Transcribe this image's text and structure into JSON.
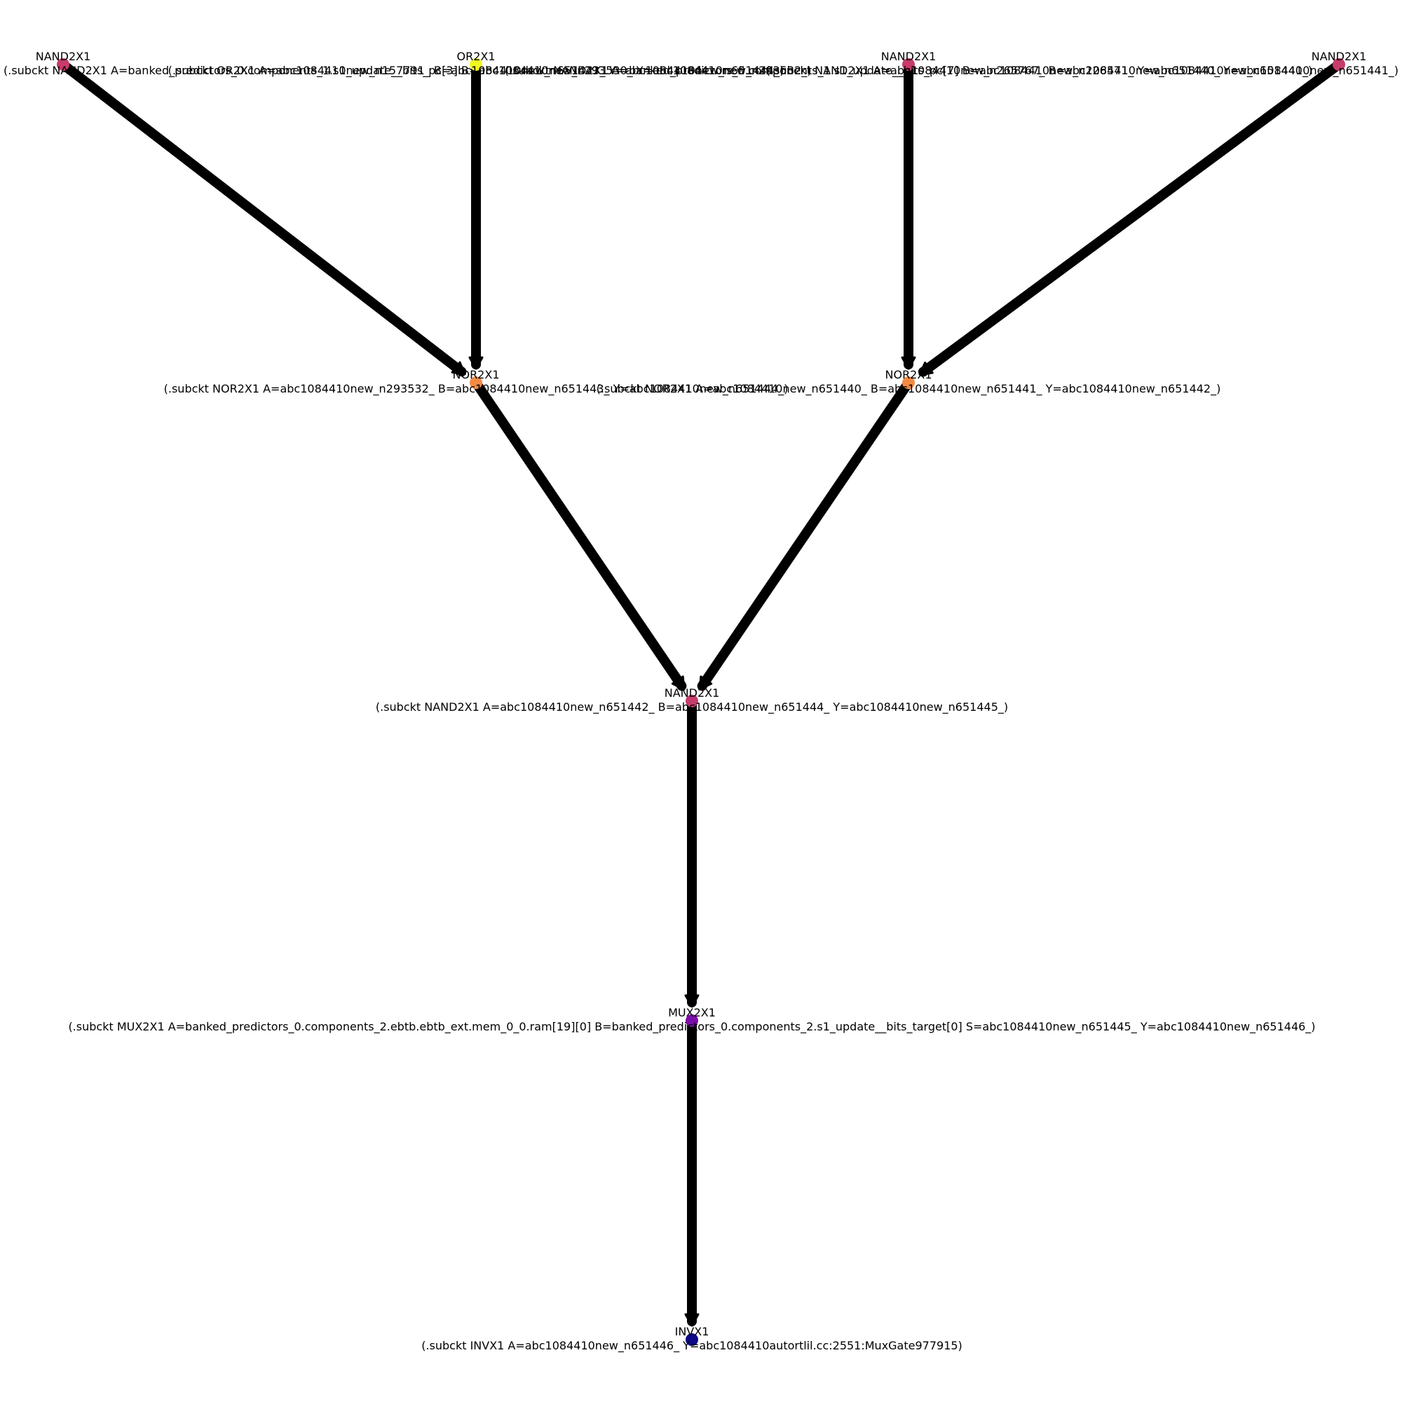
{
  "diagram": {
    "nodes": [
      {
        "id": "n1",
        "cell": "NAND2X1",
        "detail": "(.subckt NAND2X1 A=banked_predictors_0.components_1.s1_update__bits_pc[3] B=abc1084410new_n293530_ Y=abc1084410new_n293532_)",
        "color": "#c63c6a"
      },
      {
        "id": "n2",
        "cell": "OR2X1",
        "detail": "(.subckt OR2X1 A=abc1084410new_n157791_ B=abc1084410new_n651443_ Y=abc1084410new_n651444_)",
        "color": "#f0f921"
      },
      {
        "id": "n3",
        "cell": "NAND2X1",
        "detail": "(.subckt NAND2X1 A=banked_predictors_0.components_1.s1_update__bits_pc[7] B=abc1084410new_n226571_ Y=abc1084410new_n651440_)",
        "color": "#c63c6a"
      },
      {
        "id": "n4",
        "cell": "NAND2X1",
        "detail": "(.subckt NAND2X1 A=abc1084410new_n265767_ B=abc1084410new_n651440_ Y=abc1084410new_n651441_)",
        "color": "#c63c6a"
      },
      {
        "id": "n5",
        "cell": "NOR2X1",
        "detail": "(.subckt NOR2X1 A=abc1084410new_n293532_ B=abc1084410new_n651443_ Y=abc1084410new_n651444_)",
        "color": "#f48a44"
      },
      {
        "id": "n6",
        "cell": "NOR2X1",
        "detail": "(.subckt NOR2X1 A=abc1084410new_n651440_ B=abc1084410new_n651441_ Y=abc1084410new_n651442_)",
        "color": "#f48a44"
      },
      {
        "id": "n7",
        "cell": "NAND2X1",
        "detail": "(.subckt NAND2X1 A=abc1084410new_n651442_ B=abc1084410new_n651444_ Y=abc1084410new_n651445_)",
        "color": "#c63c6a"
      },
      {
        "id": "n8",
        "cell": "MUX2X1",
        "detail": "(.subckt MUX2X1 A=banked_predictors_0.components_2.ebtb.ebtb_ext.mem_0_0.ram[19][0] B=banked_predictors_0.components_2.s1_update__bits_target[0] S=abc1084410new_n651445_ Y=abc1084410new_n651446_)",
        "color": "#7b0ea8"
      },
      {
        "id": "n9",
        "cell": "INVX1",
        "detail": "(.subckt INVX1 A=abc1084410new_n651446_ Y=abc1084410autortlil.cc:2551:MuxGate977915)",
        "color": "#0d0887"
      }
    ],
    "edges": [
      {
        "from": "n1",
        "to": "n5"
      },
      {
        "from": "n2",
        "to": "n5"
      },
      {
        "from": "n3",
        "to": "n6"
      },
      {
        "from": "n4",
        "to": "n6"
      },
      {
        "from": "n5",
        "to": "n7"
      },
      {
        "from": "n6",
        "to": "n7"
      },
      {
        "from": "n7",
        "to": "n8"
      },
      {
        "from": "n8",
        "to": "n9"
      }
    ]
  }
}
